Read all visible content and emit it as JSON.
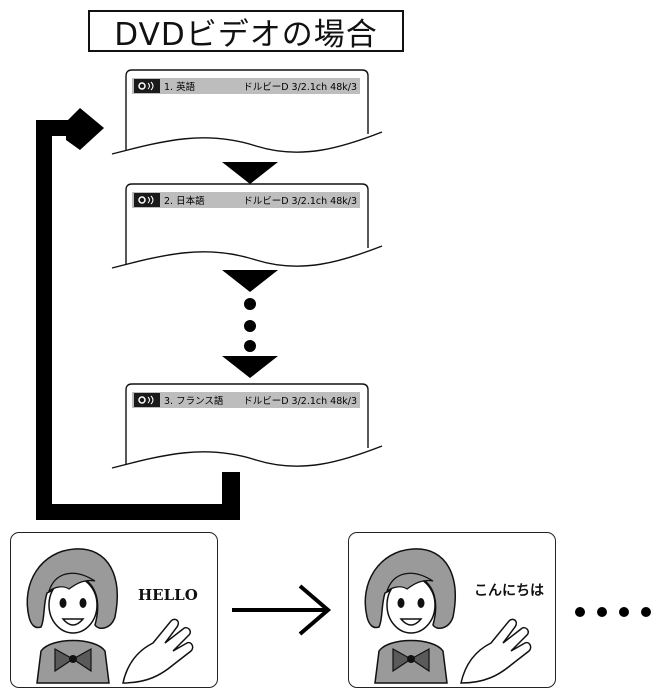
{
  "title": "DVDビデオの場合",
  "screens": [
    {
      "language": "1. 英語",
      "audio": "ドルビーD 3/2.1ch 48k/3"
    },
    {
      "language": "2. 日本語",
      "audio": "ドルビーD 3/2.1ch 48k/3"
    },
    {
      "language": "3. フランス語",
      "audio": "ドルビーD 3/2.1ch 48k/3"
    }
  ],
  "subtitle_examples": {
    "before": "HELLO",
    "after": "こんにちは"
  },
  "icons": {
    "audio": "audio-speaker-icon",
    "loop": "loop-back-arrow",
    "down": "down-triangle-arrow",
    "ellipsis": "vertical-dots",
    "person": "waving-girl-illustration",
    "transition": "right-arrow",
    "more": "horizontal-dots"
  }
}
